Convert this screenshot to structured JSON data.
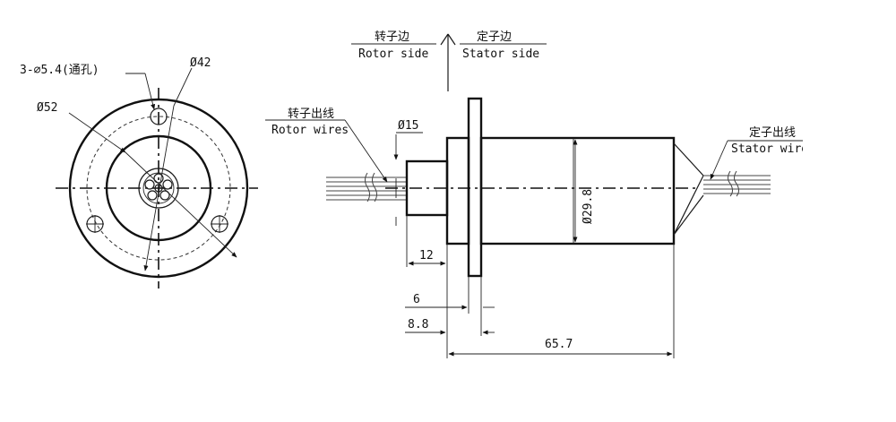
{
  "side_labels": {
    "rotor_cn": "转子边",
    "rotor_en": "Rotor side",
    "stator_cn": "定子边",
    "stator_en": "Stator side"
  },
  "front_view": {
    "holes_label": "3-⌀5.4(通孔)",
    "pcd_label": "Ø42",
    "outer_label": "Ø52"
  },
  "side_view": {
    "rotor_wires_cn": "转子出线",
    "rotor_wires_en": "Rotor wires",
    "stator_wires_cn": "定子出线",
    "stator_wires_en": "Stator wires",
    "shaft_dia": "Ø15",
    "body_dia": "Ø29.8",
    "dim_shaft_len": "12",
    "dim_flange_thk": "6",
    "dim_flange_pos": "8.8",
    "dim_body_len": "65.7"
  }
}
